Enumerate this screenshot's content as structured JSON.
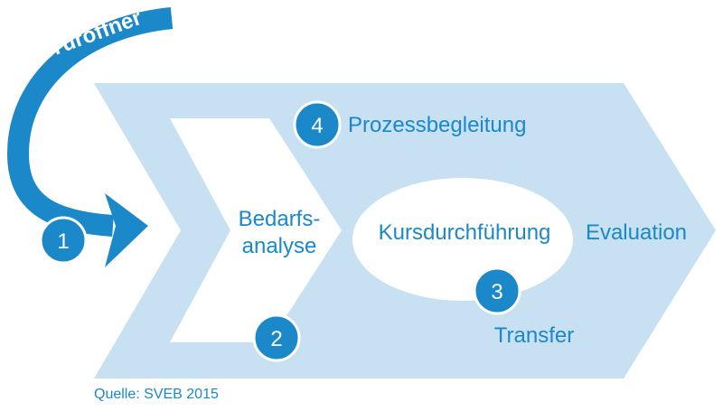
{
  "diagram": {
    "door_opener": "Türöffner",
    "needs_analysis_line1": "Bedarfs-",
    "needs_analysis_line2": "analyse",
    "process_support": "Prozessbegleitung",
    "course_delivery": "Kursdurchführung",
    "evaluation": "Evaluation",
    "transfer": "Transfer",
    "step_numbers": [
      "1",
      "2",
      "3",
      "4"
    ]
  },
  "source": "Quelle: SVEB 2015",
  "colors": {
    "light_blue": "#c7e0f2",
    "dark_blue": "#1a88c9",
    "white": "#ffffff"
  }
}
